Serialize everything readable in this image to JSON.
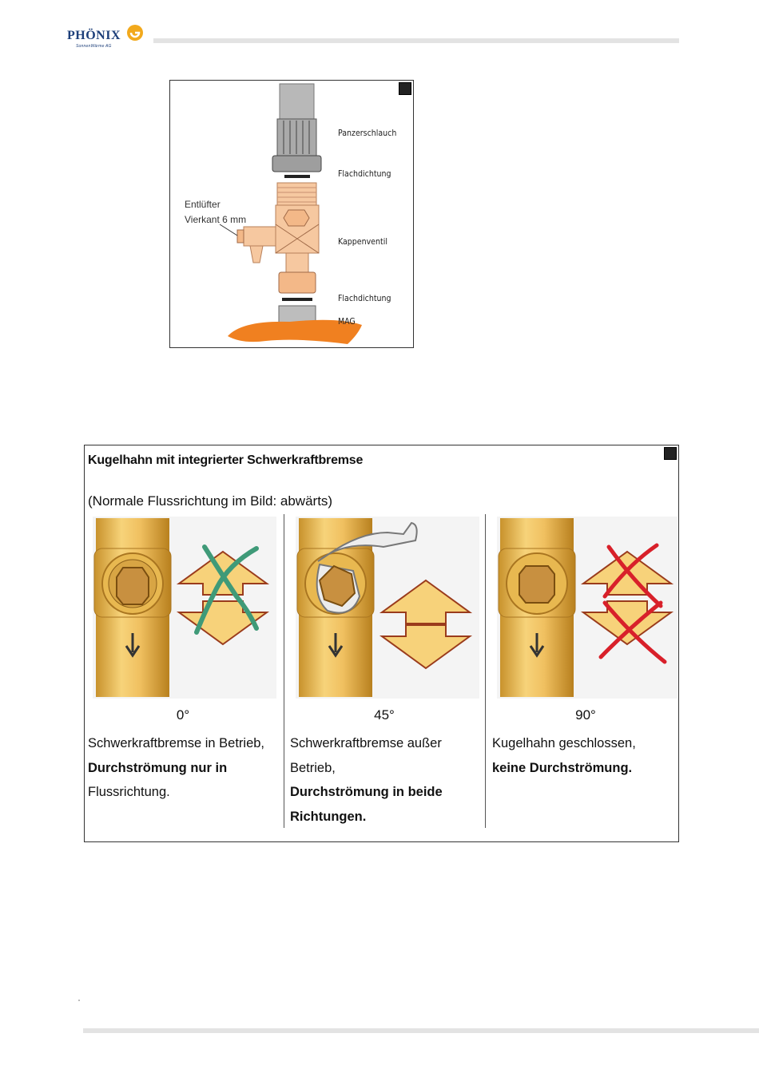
{
  "header": {
    "logo_name": "PHÖNIX",
    "logo_sub": "SonnenWärme AG"
  },
  "figure1": {
    "labels": {
      "panzerschlauch": "Panzerschlauch",
      "flachdichtung_top": "Flachdichtung",
      "entlufter_line1": "Entlüfter",
      "entlufter_line2": "Vierkant 6 mm",
      "kappenventil": "Kappenventil",
      "flachdichtung_bottom": "Flachdichtung",
      "mag": "MAG"
    }
  },
  "figure2": {
    "title": "Kugelhahn mit integrierter Schwerkraftbremse",
    "subtitle": "(Normale Flussrichtung im Bild: abwärts)",
    "columns": [
      {
        "degree": "0°",
        "line1": "Schwerkraftbremse in Betrieb,",
        "line2": "Durchströmung nur in",
        "line3": "Flussrichtung."
      },
      {
        "degree": "45°",
        "line1": "Schwerkraftbremse außer",
        "line2": "Betrieb,",
        "line3": "Durchströmung in beide",
        "line4": "Richtungen."
      },
      {
        "degree": "90°",
        "line1": "Kugelhahn geschlossen,",
        "line2": "keine Durchströmung."
      }
    ]
  },
  "colors": {
    "brass": "#f0c060",
    "brass_dark": "#c8922c",
    "arrow_fill": "#f7d27a",
    "arrow_stroke": "#9a3b1c",
    "cross_green": "#3f9a78",
    "cross_red": "#d8202a",
    "mag_orange": "#f08020",
    "valve_peach": "#f6c8a0"
  }
}
